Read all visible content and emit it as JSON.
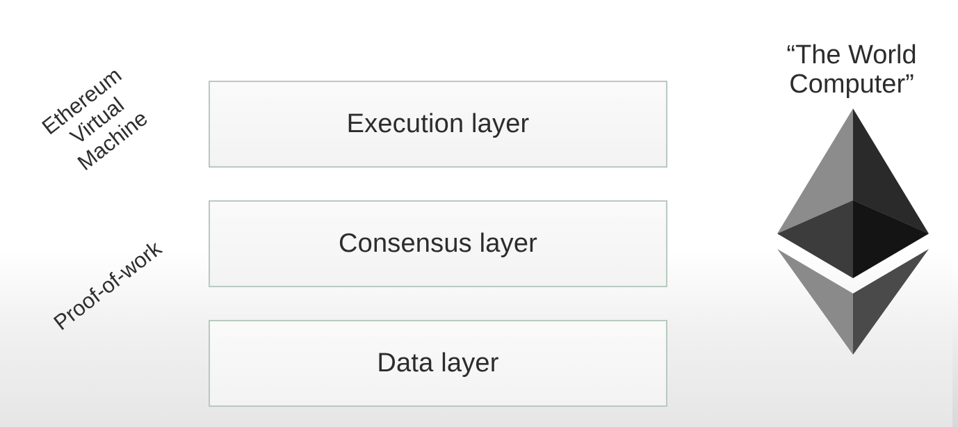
{
  "layers": [
    {
      "id": "execution",
      "label": "Execution layer"
    },
    {
      "id": "consensus",
      "label": "Consensus layer"
    },
    {
      "id": "data",
      "label": "Data layer"
    }
  ],
  "side_labels": {
    "evm": [
      "Ethereum",
      "Virtual",
      "Machine"
    ],
    "pow": "Proof-of-work"
  },
  "world_computer": [
    "“The World",
    "Computer”"
  ],
  "logo": {
    "icon": "ethereum-logo-icon",
    "colors": {
      "light": "#8c8c8c",
      "mid": "#3c3c3c",
      "dark": "#2a2a2a",
      "darkest": "#141414",
      "lower_left": "#8a8a8a",
      "lower_right": "#4a4a4a"
    }
  }
}
